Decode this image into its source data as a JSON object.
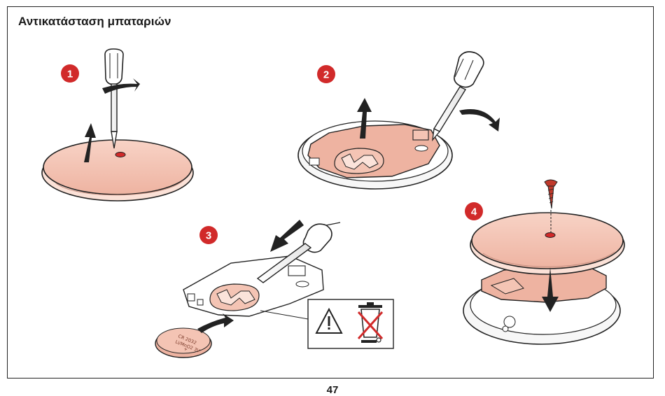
{
  "page": {
    "title": "Αντικατάσταση μπαταριών",
    "page_number": "47"
  },
  "steps": [
    {
      "number": "1"
    },
    {
      "number": "2"
    },
    {
      "number": "3"
    },
    {
      "number": "4"
    }
  ],
  "battery_markings": {
    "line1": "CR 2032",
    "line2": "Li/MnO2 3V",
    "line3": "+"
  },
  "icons": [
    "screwdriver-icon",
    "rotate-arrow-icon",
    "lift-arrow-icon",
    "screw-icon",
    "warning-triangle-icon",
    "crossed-bin-icon"
  ],
  "colors": {
    "badge_red": "#d12a2a",
    "cover_pink": "#f4c4b4",
    "outline": "#222222",
    "screw_red": "#c0392b"
  }
}
